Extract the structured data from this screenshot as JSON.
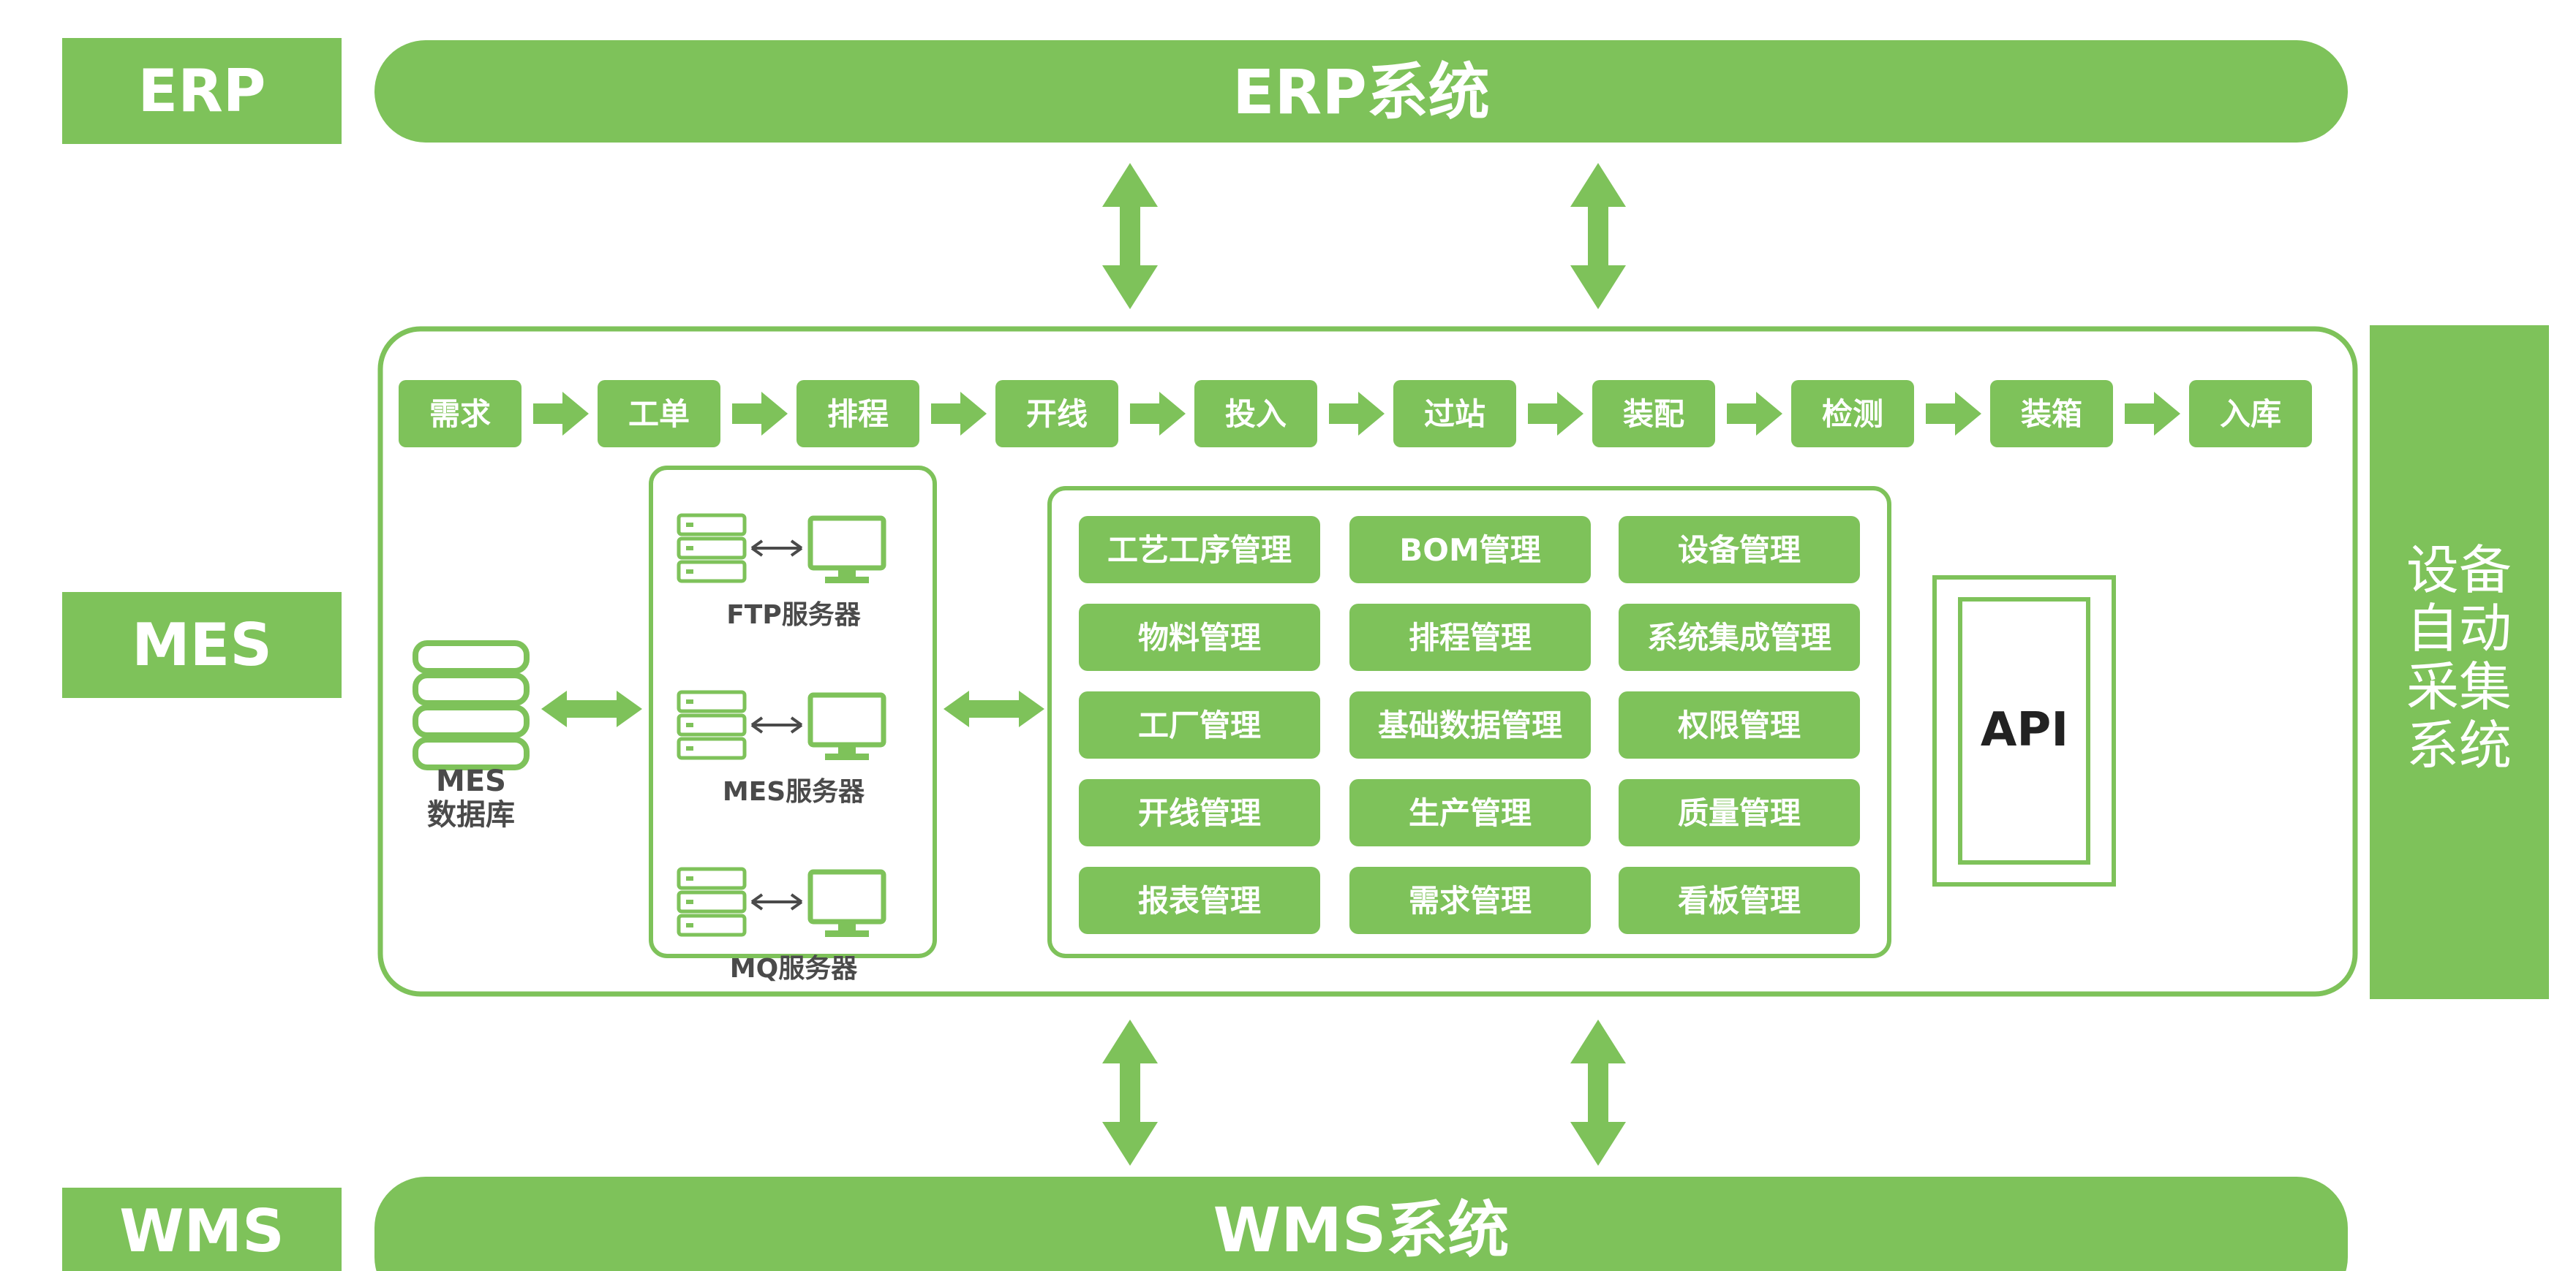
{
  "colors": {
    "green": "#7ec25a",
    "dark_text": "#4a4a4a",
    "white": "#ffffff"
  },
  "layers": {
    "erp": "ERP",
    "mes": "MES",
    "wms": "WMS"
  },
  "systems": {
    "erp": "ERP系统",
    "wms": "WMS系统"
  },
  "process_steps": [
    "需求",
    "工单",
    "排程",
    "开线",
    "投入",
    "过站",
    "装配",
    "检测",
    "装箱",
    "入库"
  ],
  "database": {
    "line1": "MES",
    "line2": "数据库",
    "icon": "database-icon"
  },
  "servers": [
    {
      "label": "FTP服务器",
      "icon": "server-icon"
    },
    {
      "label": "MES服务器",
      "icon": "server-icon"
    },
    {
      "label": "MQ服务器",
      "icon": "server-icon"
    }
  ],
  "modules": [
    [
      "工艺工序管理",
      "BOM管理",
      "设备管理"
    ],
    [
      "物料管理",
      "排程管理",
      "系统集成管理"
    ],
    [
      "工厂管理",
      "基础数据管理",
      "权限管理"
    ],
    [
      "开线管理",
      "生产管理",
      "质量管理"
    ],
    [
      "报表管理",
      "需求管理",
      "看板管理"
    ]
  ],
  "api_label": "API",
  "right_panel": [
    "设备",
    "自动",
    "采集",
    "系统"
  ]
}
